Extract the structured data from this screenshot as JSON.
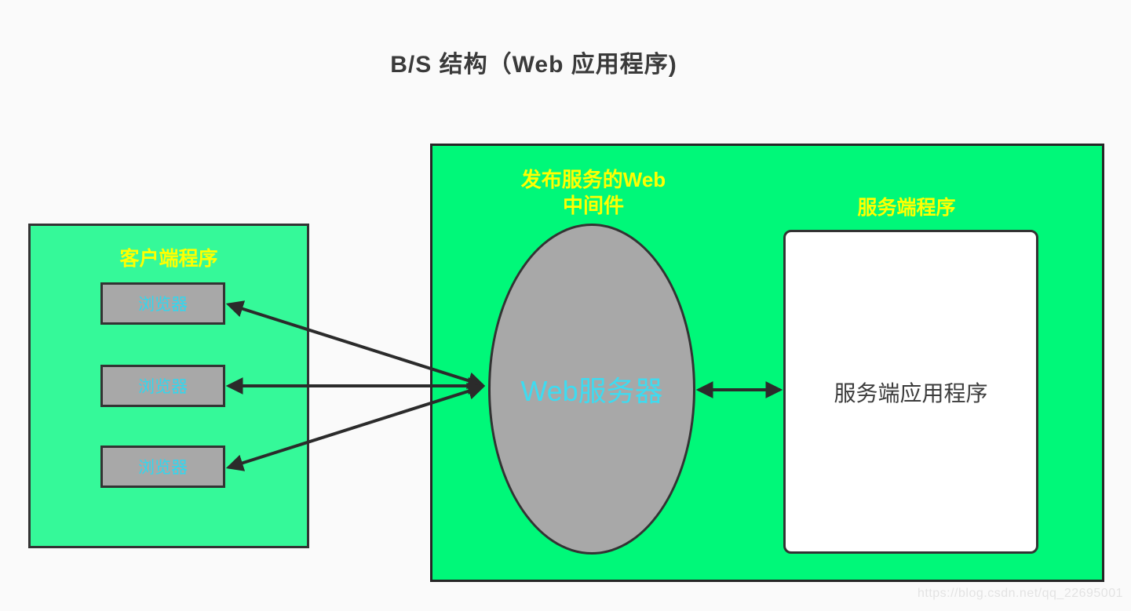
{
  "title": "B/S 结构（Web 应用程序)",
  "client": {
    "label": "客户端程序",
    "browsers": [
      {
        "label": "浏览器"
      },
      {
        "label": "浏览器"
      },
      {
        "label": "浏览器"
      }
    ]
  },
  "server": {
    "middleware_label": "发布服务的Web\n中间件",
    "program_label": "服务端程序",
    "web_server_label": "Web服务器",
    "app_label": "服务端应用程序"
  },
  "watermark": "https://blog.csdn.net/qq_22695001",
  "colors": {
    "background": "#fafafa",
    "client_box_green": "#35f999",
    "server_box_green": "#00f879",
    "node_gray": "#a8a8a8",
    "border_dark": "#333333",
    "arrow_dark": "#2b2b2b",
    "label_yellow": "#ffff00",
    "label_cyan": "#3edbf0",
    "title_dark": "#3a3a3a",
    "watermark_gray": "#e3e3e3"
  }
}
